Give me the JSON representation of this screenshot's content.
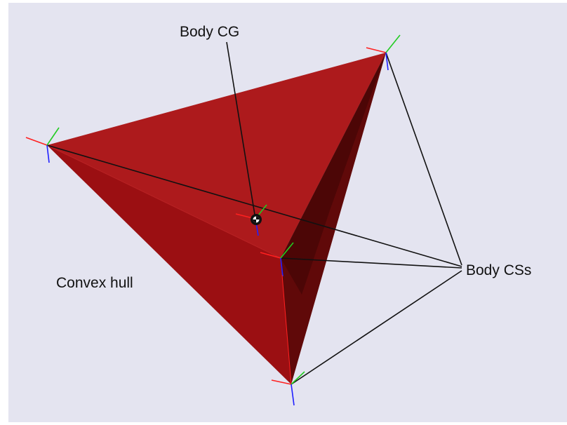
{
  "labels": {
    "body_cg": "Body CG",
    "convex_hull": "Convex hull",
    "body_css": "Body CSs"
  },
  "colors": {
    "background": "#e4e4f0",
    "hull_front_left": "#9b0f12",
    "hull_top": "#ad1a1c",
    "hull_right": "#600909",
    "hull_inner_dark": "#3d0404",
    "edge_line": "#111111",
    "axis_x": "#ff2020",
    "axis_y": "#22cc22",
    "axis_z": "#2020ff"
  }
}
